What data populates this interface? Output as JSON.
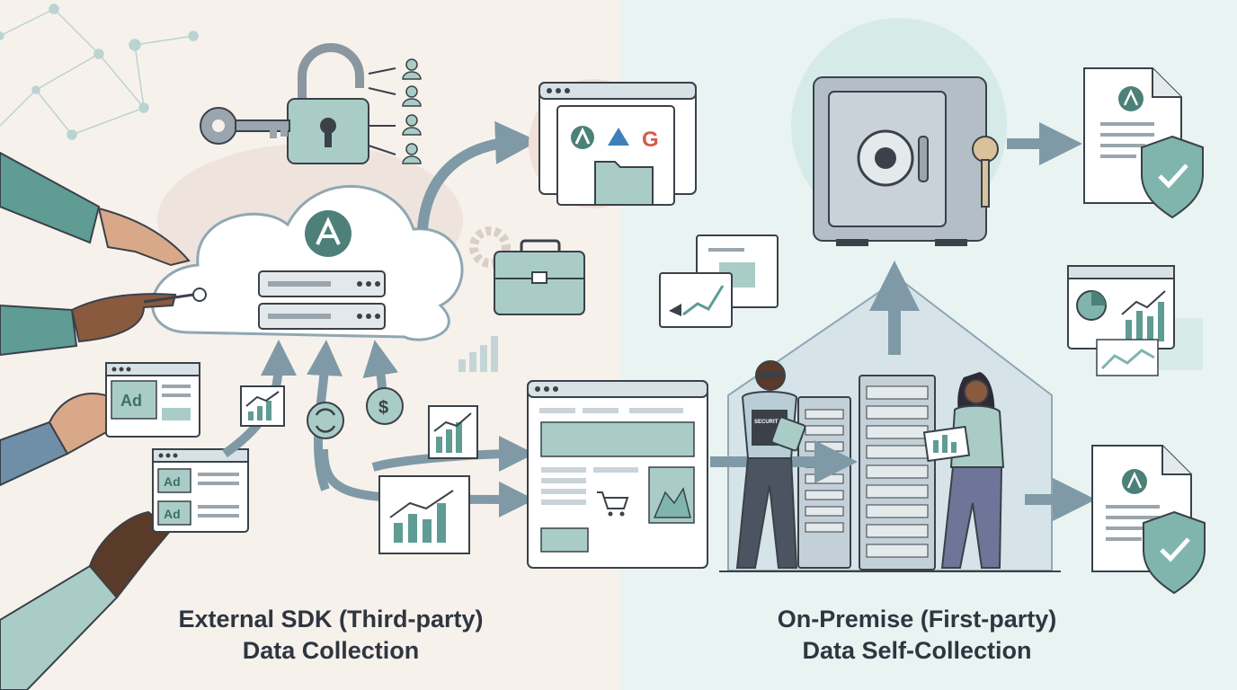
{
  "captions": {
    "left_line1": "External SDK (Third-party)",
    "left_line2": "Data Collection",
    "right_line1": "On-Premise (First-party)",
    "right_line2": "Data Self-Collection"
  },
  "ads": {
    "ad1": "Ad",
    "ad2": "Ad",
    "ad3": "Ad"
  },
  "badges": {
    "security_vest": "SECURITY",
    "google_letter": "G"
  },
  "colors": {
    "left_bg": "#f7f1ec",
    "right_bg": "#e9f3f2",
    "accent_teal": "#7fb5ad",
    "dark_teal": "#4c8079",
    "outline": "#3a4149",
    "arrow": "#7f9aa6"
  }
}
